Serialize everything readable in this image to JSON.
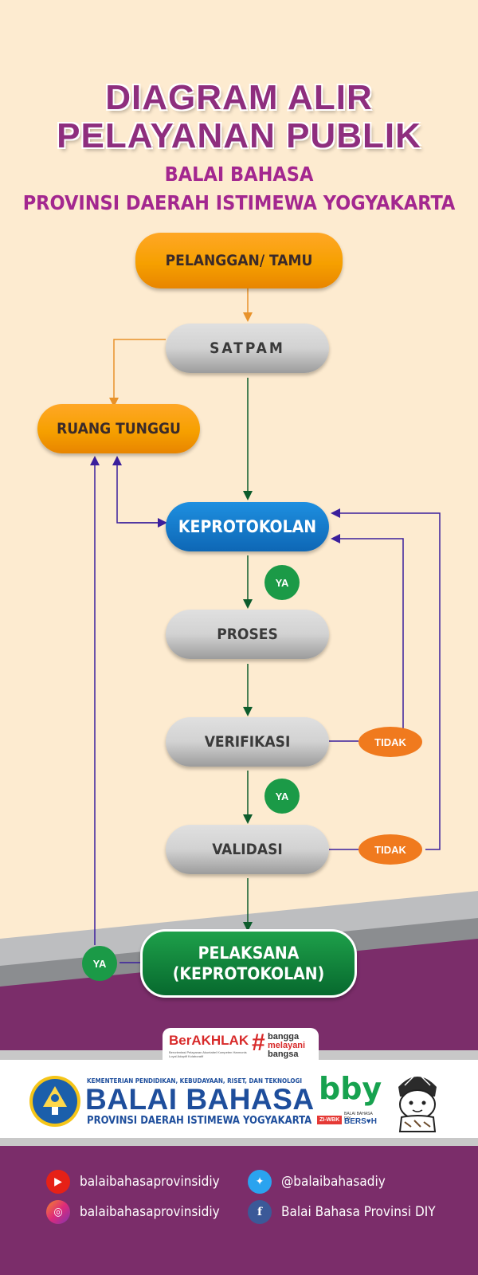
{
  "header": {
    "title_line1": "DIAGRAM ALIR",
    "title_line2": "PELAYANAN PUBLIK",
    "subtitle_line1": "BALAI BAHASA",
    "subtitle_line2": "PROVINSI DAERAH ISTIMEWA YOGYAKARTA"
  },
  "flow": {
    "pelanggan": "PELANGGAN/ TAMU",
    "satpam": "SATPAM",
    "ruang_tunggu": "RUANG TUNGGU",
    "keprotokolan": "KEPROTOKOLAN",
    "proses": "PROSES",
    "verifikasi": "VERIFIKASI",
    "validasi": "VALIDASI",
    "pelaksana_line1": "PELAKSANA",
    "pelaksana_line2": "(KEPROTOKOLAN)",
    "ya": "YA",
    "tidak": "TIDAK"
  },
  "berakhlak": {
    "brand": "BerAKHLAK",
    "tagline": "Berorientasi Pelayanan Akuntabel Kompeten Harmonis Loyal Adaptif Kolaboratif",
    "hash_1": "bangga",
    "hash_2": "melayani",
    "hash_3": "bangsa"
  },
  "footer_logo": {
    "ministry": "KEMENTERIAN PENDIDIKAN, KEBUDAYAAN, RISET, DAN TEKNOLOGI",
    "name": "BALAI BAHASA",
    "region": "PROVINSI DAERAH ISTIMEWA YOGYAKARTA",
    "bby": "bby",
    "zi_wbk": "ZI-WBK",
    "bersih_top": "BALAI BAHASA DIY",
    "bersih": "BERS♥H"
  },
  "social": {
    "youtube": "balaibahasaprovinsidiy",
    "twitter": "@balaibahasadiy",
    "instagram": "balaibahasaprovinsidiy",
    "facebook": "Balai Bahasa Provinsi DIY"
  },
  "colors": {
    "title": "#8e2e7e",
    "subtitle": "#a3278f",
    "footer_purple": "#7b2d6a",
    "connector_purple": "#3b1f9c",
    "connector_green": "#0d5c2c",
    "connector_orange": "#e8922a"
  }
}
